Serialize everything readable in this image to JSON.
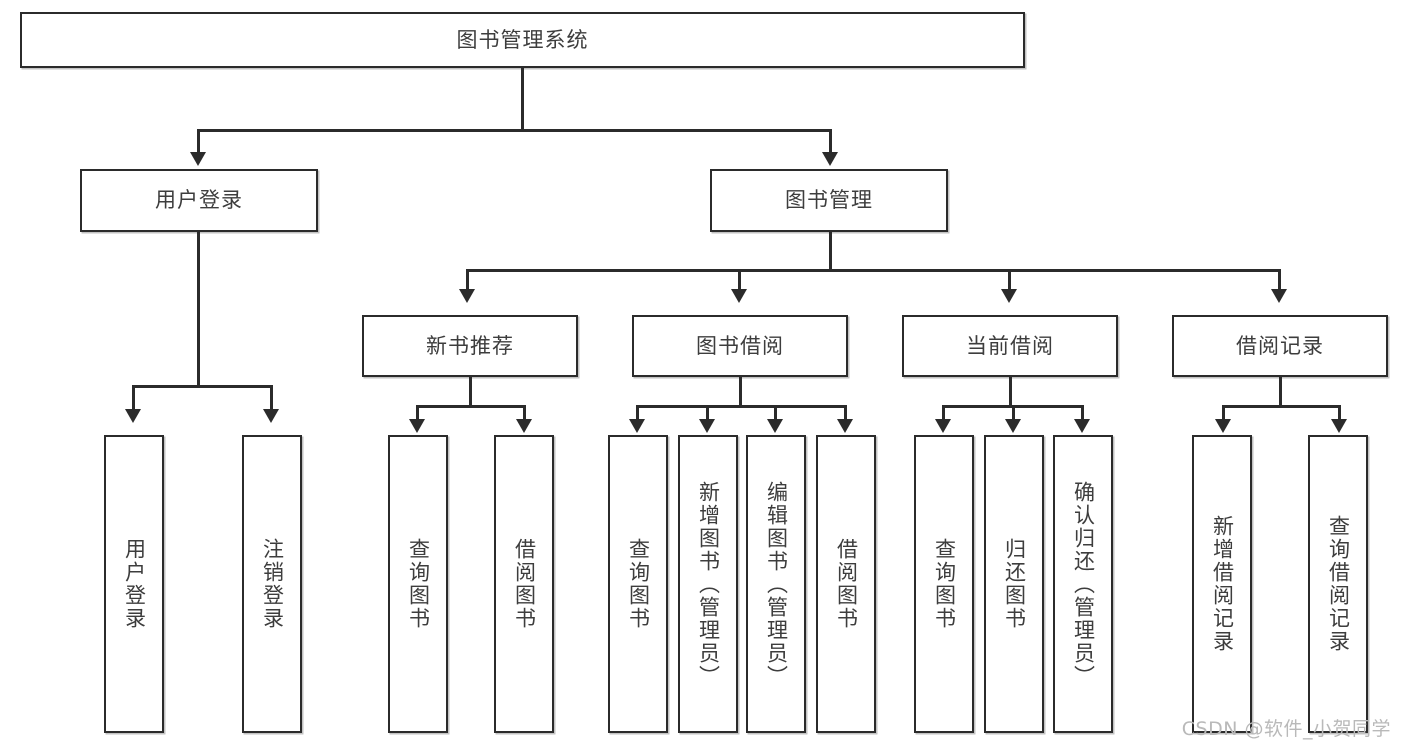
{
  "diagram": {
    "type": "tree-hierarchy",
    "title": "图书管理系统",
    "root": {
      "label": "图书管理系统"
    },
    "level2": [
      {
        "id": "user-login",
        "label": "用户登录"
      },
      {
        "id": "book-management",
        "label": "图书管理"
      }
    ],
    "level3": [
      {
        "id": "new-book-recommend",
        "label": "新书推荐"
      },
      {
        "id": "book-borrow",
        "label": "图书借阅"
      },
      {
        "id": "current-borrow",
        "label": "当前借阅"
      },
      {
        "id": "borrow-record",
        "label": "借阅记录"
      }
    ],
    "leaves": {
      "user_login": [
        {
          "id": "leaf-user-login",
          "label": "用户登录"
        },
        {
          "id": "leaf-logout-login",
          "label": "注销登录"
        }
      ],
      "new_book_recommend": [
        {
          "id": "leaf-query-book-1",
          "label": "查询图书"
        },
        {
          "id": "leaf-borrow-book-1",
          "label": "借阅图书"
        }
      ],
      "book_borrow": [
        {
          "id": "leaf-query-book-2",
          "label": "查询图书"
        },
        {
          "id": "leaf-add-book",
          "label": "新增图书（管理员）"
        },
        {
          "id": "leaf-edit-book",
          "label": "编辑图书（管理员）"
        },
        {
          "id": "leaf-borrow-book-2",
          "label": "借阅图书"
        }
      ],
      "current_borrow": [
        {
          "id": "leaf-query-book-3",
          "label": "查询图书"
        },
        {
          "id": "leaf-return-book",
          "label": "归还图书"
        },
        {
          "id": "leaf-confirm-return",
          "label": "确认归还（管理员）"
        }
      ],
      "borrow_record": [
        {
          "id": "leaf-add-record",
          "label": "新增借阅记录"
        },
        {
          "id": "leaf-query-record",
          "label": "查询借阅记录"
        }
      ]
    }
  },
  "watermark": {
    "text": "CSDN @软件_小贺同学"
  },
  "colors": {
    "border": "#2b2b2b",
    "text": "#3d3d3d",
    "background": "#ffffff",
    "watermark": "#b9b9b9"
  }
}
